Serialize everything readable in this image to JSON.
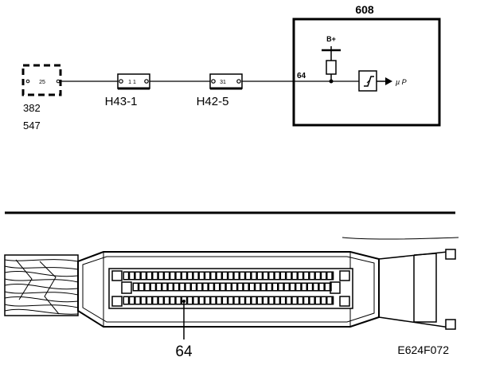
{
  "ecu": {
    "number": "608",
    "pin": "64",
    "supply": "B+",
    "output": "µ P"
  },
  "source": {
    "pin": "25",
    "ids": [
      "382",
      "547"
    ]
  },
  "connectors": [
    {
      "name": "H43-1",
      "pin": "1 1"
    },
    {
      "name": "H42-5",
      "pin": "31"
    }
  ],
  "callout_pin": "64",
  "figure_code": "E624F072"
}
